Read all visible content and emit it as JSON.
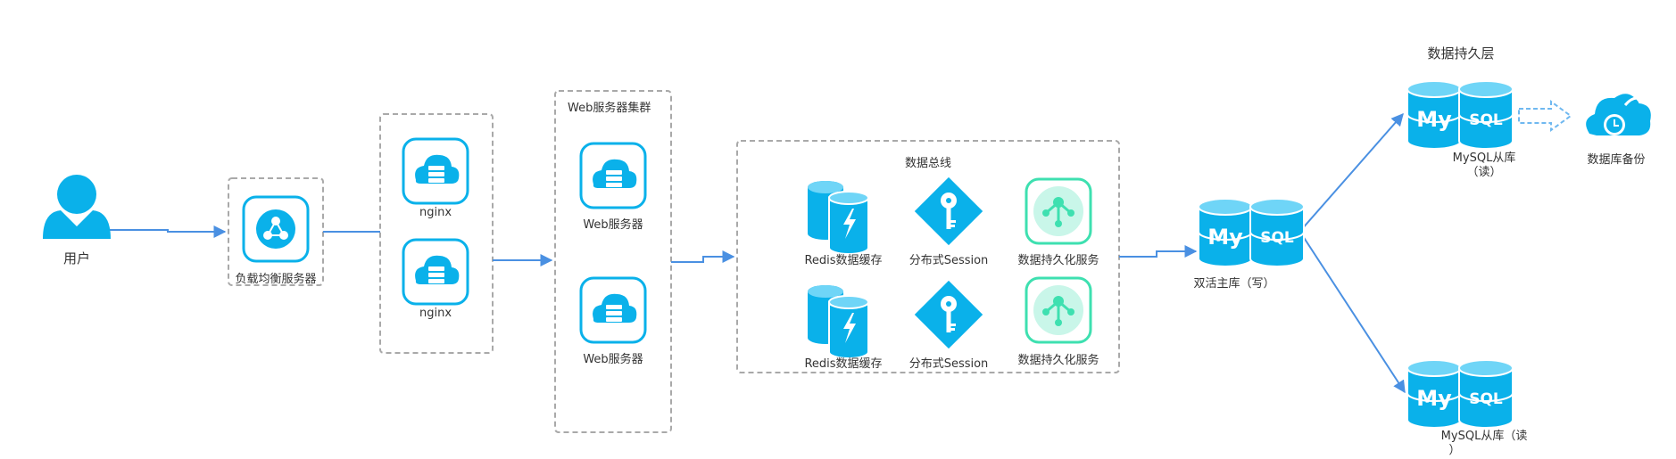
{
  "user": {
    "label": "用户"
  },
  "load_balancer": {
    "label": "负载均衡服务器"
  },
  "nginx_group": {
    "items": [
      "nginx",
      "nginx"
    ]
  },
  "web_cluster": {
    "title": "Web服务器集群",
    "items": [
      "Web服务器",
      "Web服务器"
    ]
  },
  "data_bus": {
    "title": "数据总线",
    "row1": [
      "Redis数据缓存",
      "分布式Session",
      "数据持久化服务"
    ],
    "row2": [
      "Redis数据缓存",
      "分布式Session",
      "数据持久化服务"
    ]
  },
  "master_db": {
    "label": "双活主库（写）"
  },
  "persistence_layer": {
    "title": "数据持久层"
  },
  "slave_db_1": {
    "label_line1": "MySQL从库",
    "label_line2": "（读）"
  },
  "slave_db_2": {
    "label_line1": "MySQL从库（读",
    "label_line2": "）"
  },
  "backup": {
    "label": "数据库备份"
  },
  "mysql_logo": {
    "left": "My",
    "right": "SQL"
  },
  "colors": {
    "primary": "#0ab1ea",
    "teal": "#3ee0b0",
    "arrow": "#4a90e2",
    "dash": "#a9a9a9",
    "text": "#333333"
  }
}
